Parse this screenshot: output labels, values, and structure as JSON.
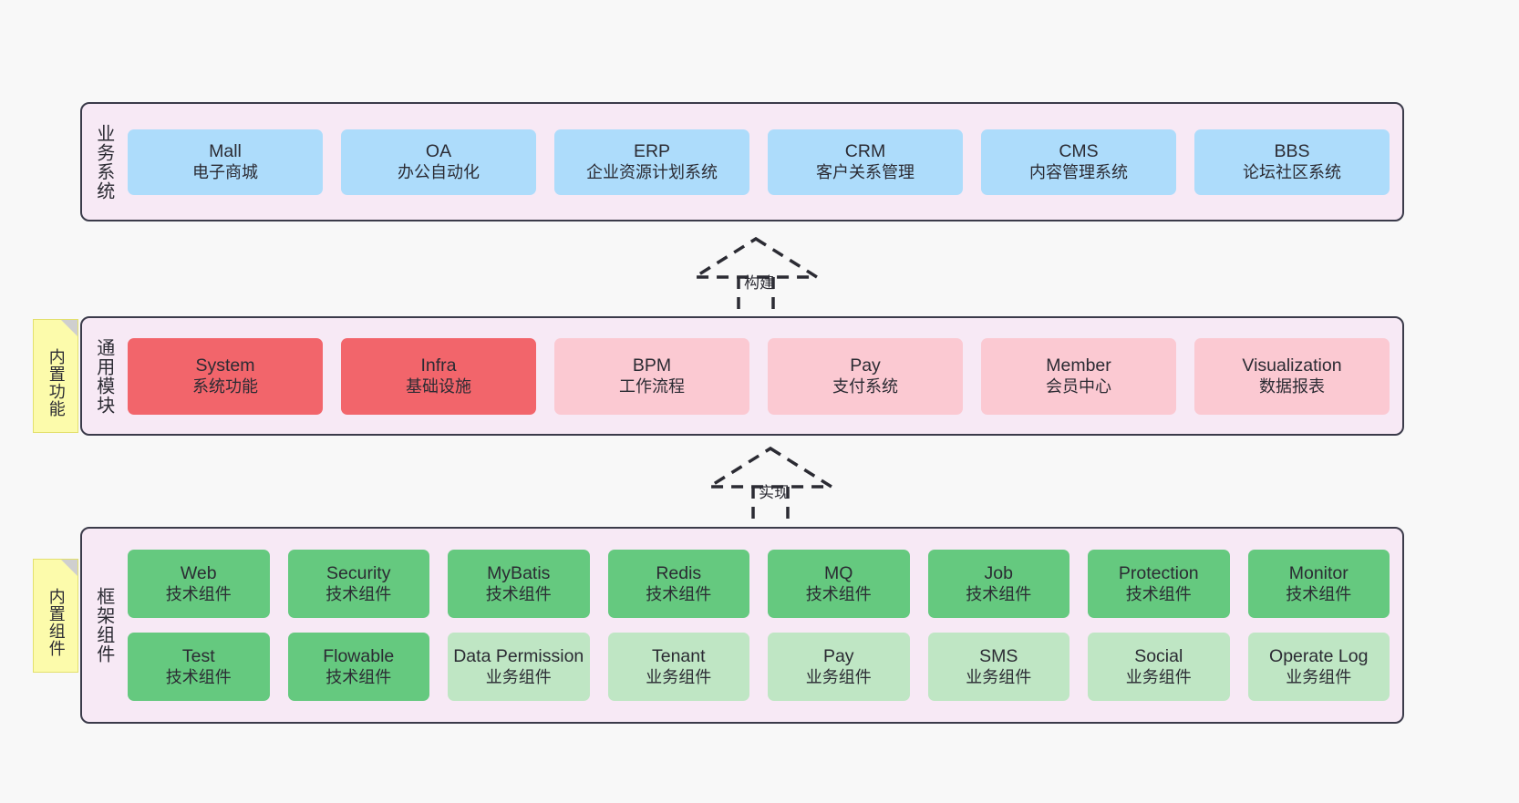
{
  "diagram": {
    "notes": [
      {
        "name": "builtin-function",
        "text": "内置功能"
      },
      {
        "name": "builtin-component",
        "text": "内置组件"
      }
    ],
    "connectors": [
      {
        "name": "build",
        "label": "构建",
        "style": "dashed-hollow-triangle-up"
      },
      {
        "name": "realize",
        "label": "实现",
        "style": "dashed-hollow-triangle-up"
      }
    ],
    "layers": [
      {
        "id": "business",
        "title": "业务系统",
        "rows": [
          [
            {
              "en": "Mall",
              "cn": "电子商城",
              "color": "#addcfb"
            },
            {
              "en": "OA",
              "cn": "办公自动化",
              "color": "#addcfb"
            },
            {
              "en": "ERP",
              "cn": "企业资源计划系统",
              "color": "#addcfb"
            },
            {
              "en": "CRM",
              "cn": "客户关系管理",
              "color": "#addcfb"
            },
            {
              "en": "CMS",
              "cn": "内容管理系统",
              "color": "#addcfb"
            },
            {
              "en": "BBS",
              "cn": "论坛社区系统",
              "color": "#addcfb"
            }
          ]
        ]
      },
      {
        "id": "common",
        "title": "通用模块",
        "rows": [
          [
            {
              "en": "System",
              "cn": "系统功能",
              "color": "#f2656b"
            },
            {
              "en": "Infra",
              "cn": "基础设施",
              "color": "#f2656b"
            },
            {
              "en": "BPM",
              "cn": "工作流程",
              "color": "#fbc9d2"
            },
            {
              "en": "Pay",
              "cn": "支付系统",
              "color": "#fbc9d2"
            },
            {
              "en": "Member",
              "cn": "会员中心",
              "color": "#fbc9d2"
            },
            {
              "en": "Visualization",
              "cn": "数据报表",
              "color": "#fbc9d2"
            }
          ]
        ]
      },
      {
        "id": "framework",
        "title": "框架组件",
        "rows": [
          [
            {
              "en": "Web",
              "cn": "技术组件",
              "color": "#65c97f"
            },
            {
              "en": "Security",
              "cn": "技术组件",
              "color": "#65c97f"
            },
            {
              "en": "MyBatis",
              "cn": "技术组件",
              "color": "#65c97f"
            },
            {
              "en": "Redis",
              "cn": "技术组件",
              "color": "#65c97f"
            },
            {
              "en": "MQ",
              "cn": "技术组件",
              "color": "#65c97f"
            },
            {
              "en": "Job",
              "cn": "技术组件",
              "color": "#65c97f"
            },
            {
              "en": "Protection",
              "cn": "技术组件",
              "color": "#65c97f"
            },
            {
              "en": "Monitor",
              "cn": "技术组件",
              "color": "#65c97f"
            }
          ],
          [
            {
              "en": "Test",
              "cn": "技术组件",
              "color": "#65c97f"
            },
            {
              "en": "Flowable",
              "cn": "技术组件",
              "color": "#65c97f"
            },
            {
              "en": "Data Permission",
              "cn": "业务组件",
              "color": "#bfe6c4"
            },
            {
              "en": "Tenant",
              "cn": "业务组件",
              "color": "#bfe6c4"
            },
            {
              "en": "Pay",
              "cn": "业务组件",
              "color": "#bfe6c4"
            },
            {
              "en": "SMS",
              "cn": "业务组件",
              "color": "#bfe6c4"
            },
            {
              "en": "Social",
              "cn": "业务组件",
              "color": "#bfe6c4"
            },
            {
              "en": "Operate Log",
              "cn": "业务组件",
              "color": "#bfe6c4"
            }
          ]
        ]
      }
    ]
  }
}
